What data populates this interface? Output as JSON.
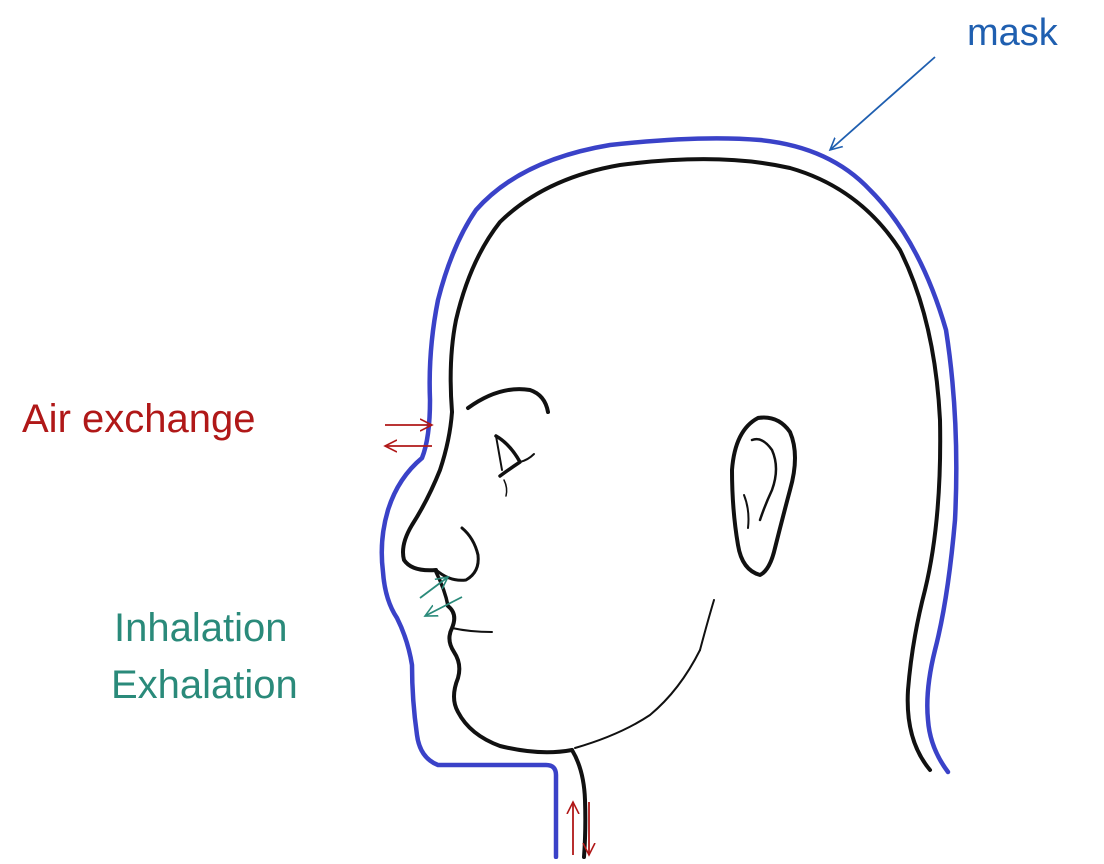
{
  "labels": {
    "mask": "mask",
    "air_exchange": "Air exchange",
    "inhalation": "Inhalation",
    "exhalation": "Exhalation"
  },
  "colors": {
    "mask_outline": "#3a42c8",
    "mask_label": "#1f5fb0",
    "air_exchange": "#b01818",
    "breathing": "#2a8a7a",
    "head_line": "#111111",
    "background": "#ffffff"
  }
}
